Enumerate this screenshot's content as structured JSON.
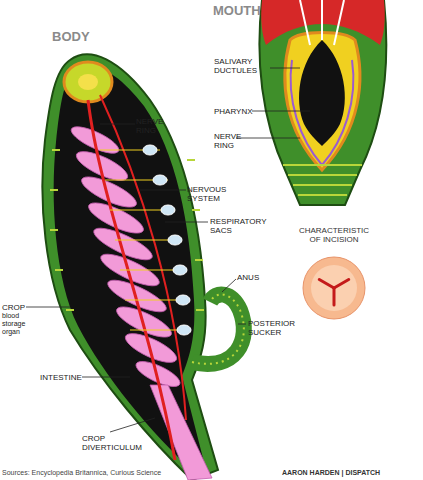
{
  "diagram": {
    "nodes": [
      {
        "text": [
          "CHARACTERISTIC OF INCISION"
        ]
      }
    ],
    "labels": [
      "MOUTH",
      "BODY",
      "SALIVARY DUCTULES",
      "PHARYNX",
      "NERVE RING",
      "NERVE RING",
      "NERVOUS SYSTEM",
      "RESPIRATORY SACS",
      "ANUS",
      "POSTERIOR SUCKER",
      "CROP",
      "blood storage organ",
      "INTESTINE",
      "CROP DIVERTICULUM",
      "Sources: Encyclopedia Britannica, Curious Science",
      "AARON HARDEN | DISPATCH"
    ]
  }
}
